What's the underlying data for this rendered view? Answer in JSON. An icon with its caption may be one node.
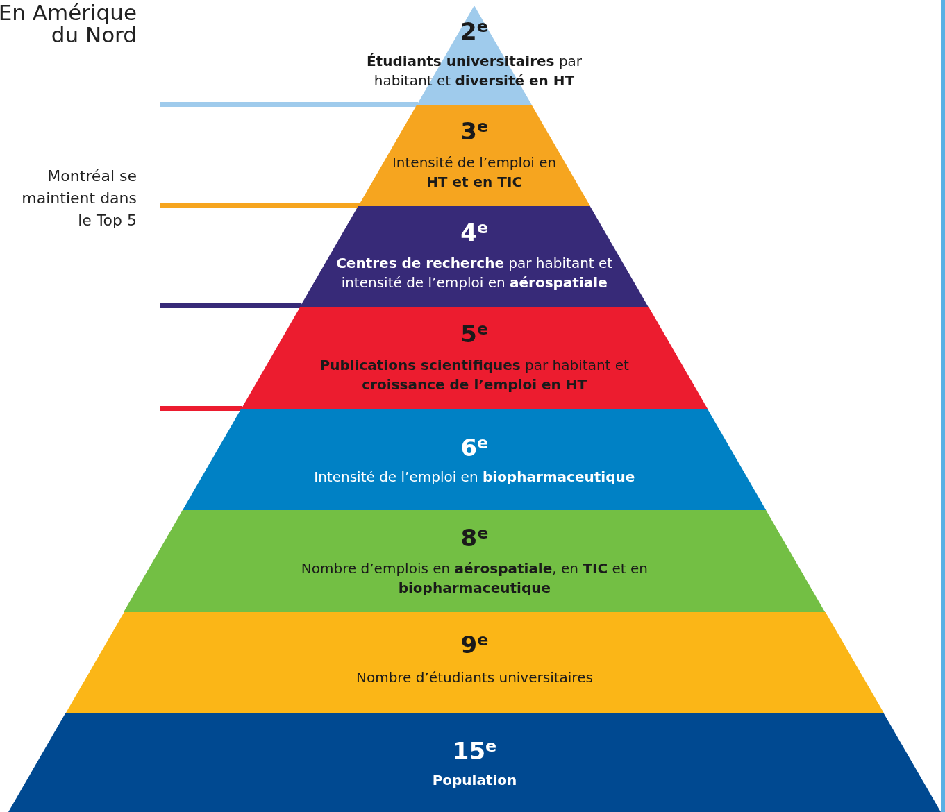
{
  "diagram": {
    "nodes": [
      {
        "text": [
          "2$^{e}$",
          "**Étudiants universitaires** par habitant et **diversité en HT**"
        ]
      },
      {
        "text": [
          "3$^{e}$",
          "Intensité de l’emploi en **HT et en TIC**"
        ]
      },
      {
        "text": [
          "4$^{e}$",
          "**Centres de recherche** par habitant et intensité de l’emploi en **aérospatiale**"
        ]
      },
      {
        "text": [
          "5$^{e}$",
          "**Publications scientifiques** par habitant et **croissance de l’emploi en HT**"
        ]
      },
      {
        "text": [
          "6$^{e}$",
          "Intensité de l’emploi en **biopharmaceutique**"
        ]
      },
      {
        "text": [
          "8$^{e}$",
          "Nombre d’emplois en **aérospatiale**, en **TIC** et en **biopharmaceutique**"
        ]
      },
      {
        "text": [
          "9$^{e}$",
          "Nombre d’étudiants universitaires"
        ]
      },
      {
        "text": [
          "15$^{e}$",
          "Population"
        ]
      }
    ],
    "labels": [
      "En Amérique du Nord",
      "Montréal se maintient dans le Top 5"
    ]
  }
}
